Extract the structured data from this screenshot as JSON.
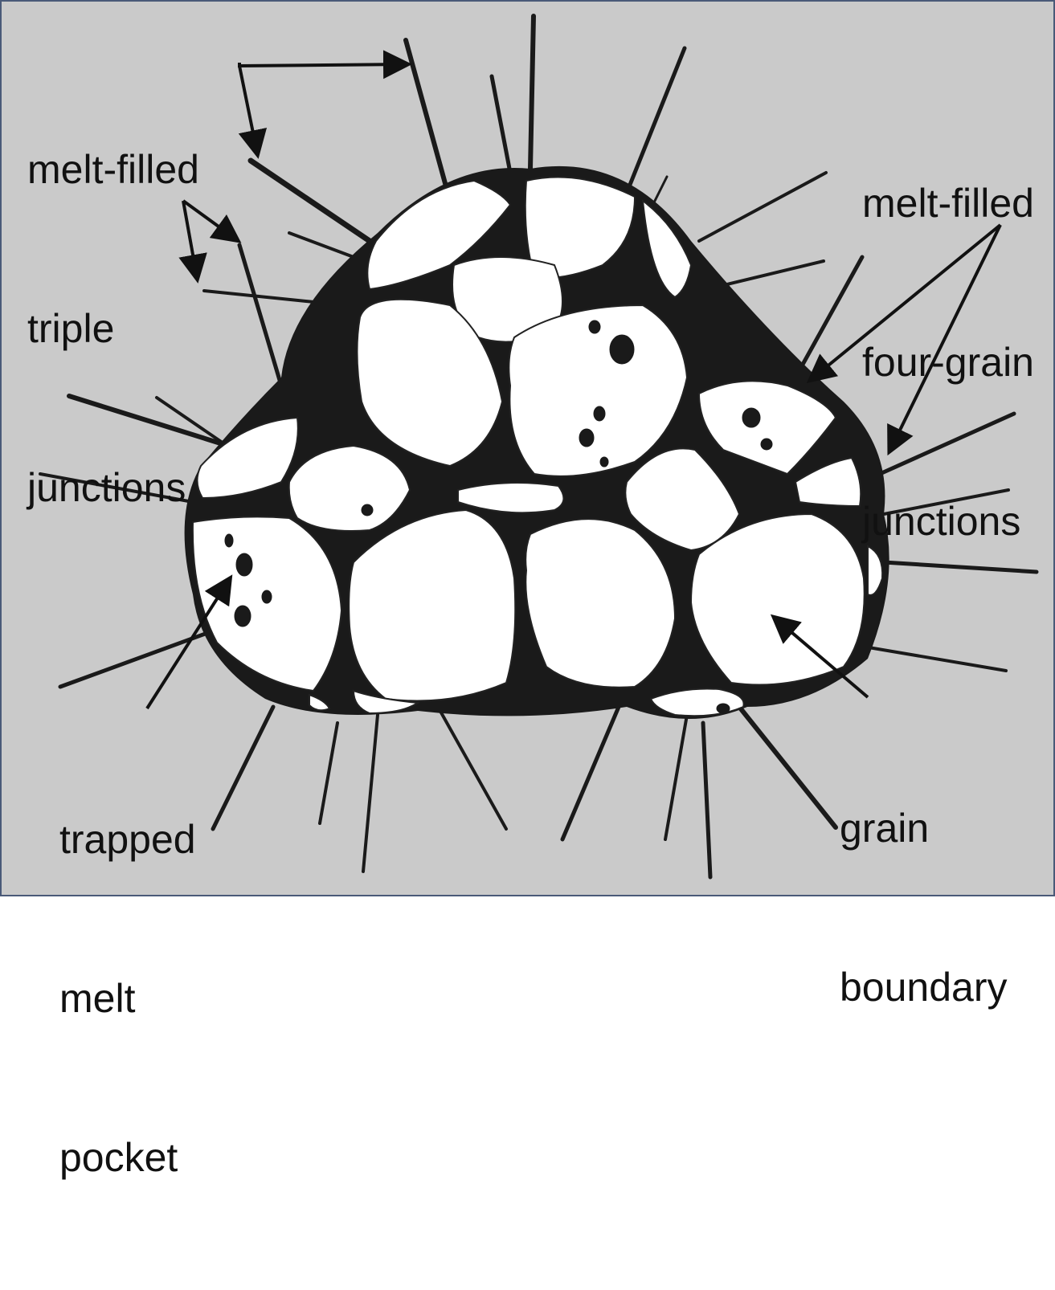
{
  "figure": {
    "colors": {
      "background": "#cacaca",
      "frame": "#4a5a78",
      "grain": "#ffffff",
      "melt": "#1a1a1a",
      "text": "#111111"
    }
  },
  "labels": {
    "triple_junctions": [
      "melt-filled",
      "triple",
      "junctions"
    ],
    "four_grain_junctions": [
      "melt-filled",
      "four-grain",
      "junctions"
    ],
    "trapped_melt_pocket": [
      "trapped",
      "melt",
      "pocket"
    ],
    "grain_boundary": [
      "grain",
      "boundary"
    ]
  }
}
